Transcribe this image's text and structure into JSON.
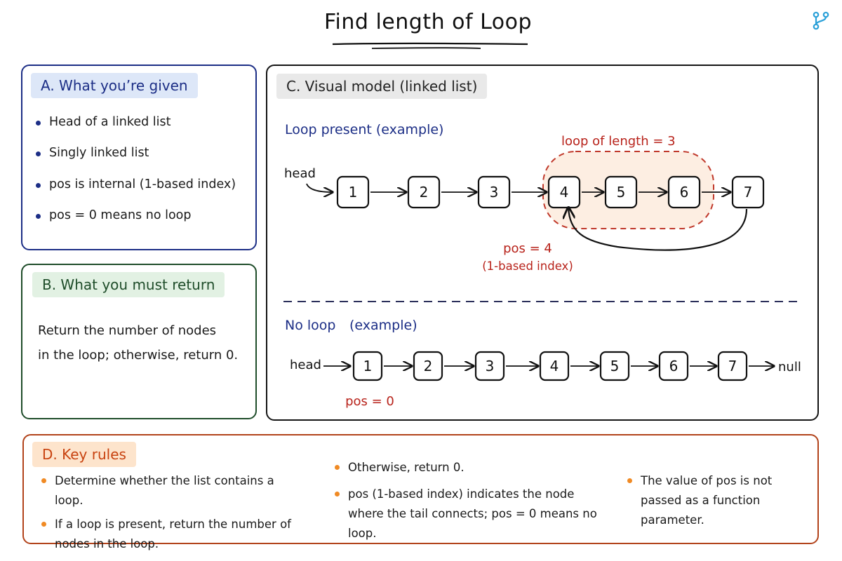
{
  "title": "Find length of Loop",
  "panel_a": {
    "heading": "A. What you’re given",
    "items": [
      "Head of a linked list",
      "Singly linked list",
      "pos is internal (1-based index)",
      "pos = 0 means no loop"
    ]
  },
  "panel_b": {
    "heading": "B. What you must return",
    "line1": "Return the number of nodes",
    "line2": "in the loop; otherwise, return 0."
  },
  "panel_c": {
    "heading": "C. Visual model (linked list)",
    "loop_example": {
      "subtitle": "Loop present (example)",
      "head_label": "head",
      "nodes": [
        "1",
        "2",
        "3",
        "4",
        "5",
        "6",
        "7"
      ],
      "loop_label": "loop of length = 3",
      "pos_label": "pos = 4",
      "pos_note": "(1-based index)"
    },
    "noloop_example": {
      "subtitle_1": "No loop",
      "subtitle_2": "(example)",
      "head_label": "head",
      "nodes": [
        "1",
        "2",
        "3",
        "4",
        "5",
        "6",
        "7"
      ],
      "null_label": "null",
      "pos_label": "pos = 0"
    }
  },
  "panel_d": {
    "heading": "D. Key rules",
    "col1": [
      "Determine whether the list contains a loop.",
      "If a loop is present, return the number of nodes in the loop."
    ],
    "col2": [
      "Otherwise, return 0.",
      "pos (1-based index) indicates the node where the tail connects;  pos = 0 means no loop."
    ],
    "col3": [
      "The value of pos is not passed as a function parameter."
    ]
  },
  "colors": {
    "blue": "#1c2e86",
    "green": "#1f4d2a",
    "red": "#b8231b",
    "orange": "#f08a24",
    "loop_fill": "#fdeee2"
  }
}
